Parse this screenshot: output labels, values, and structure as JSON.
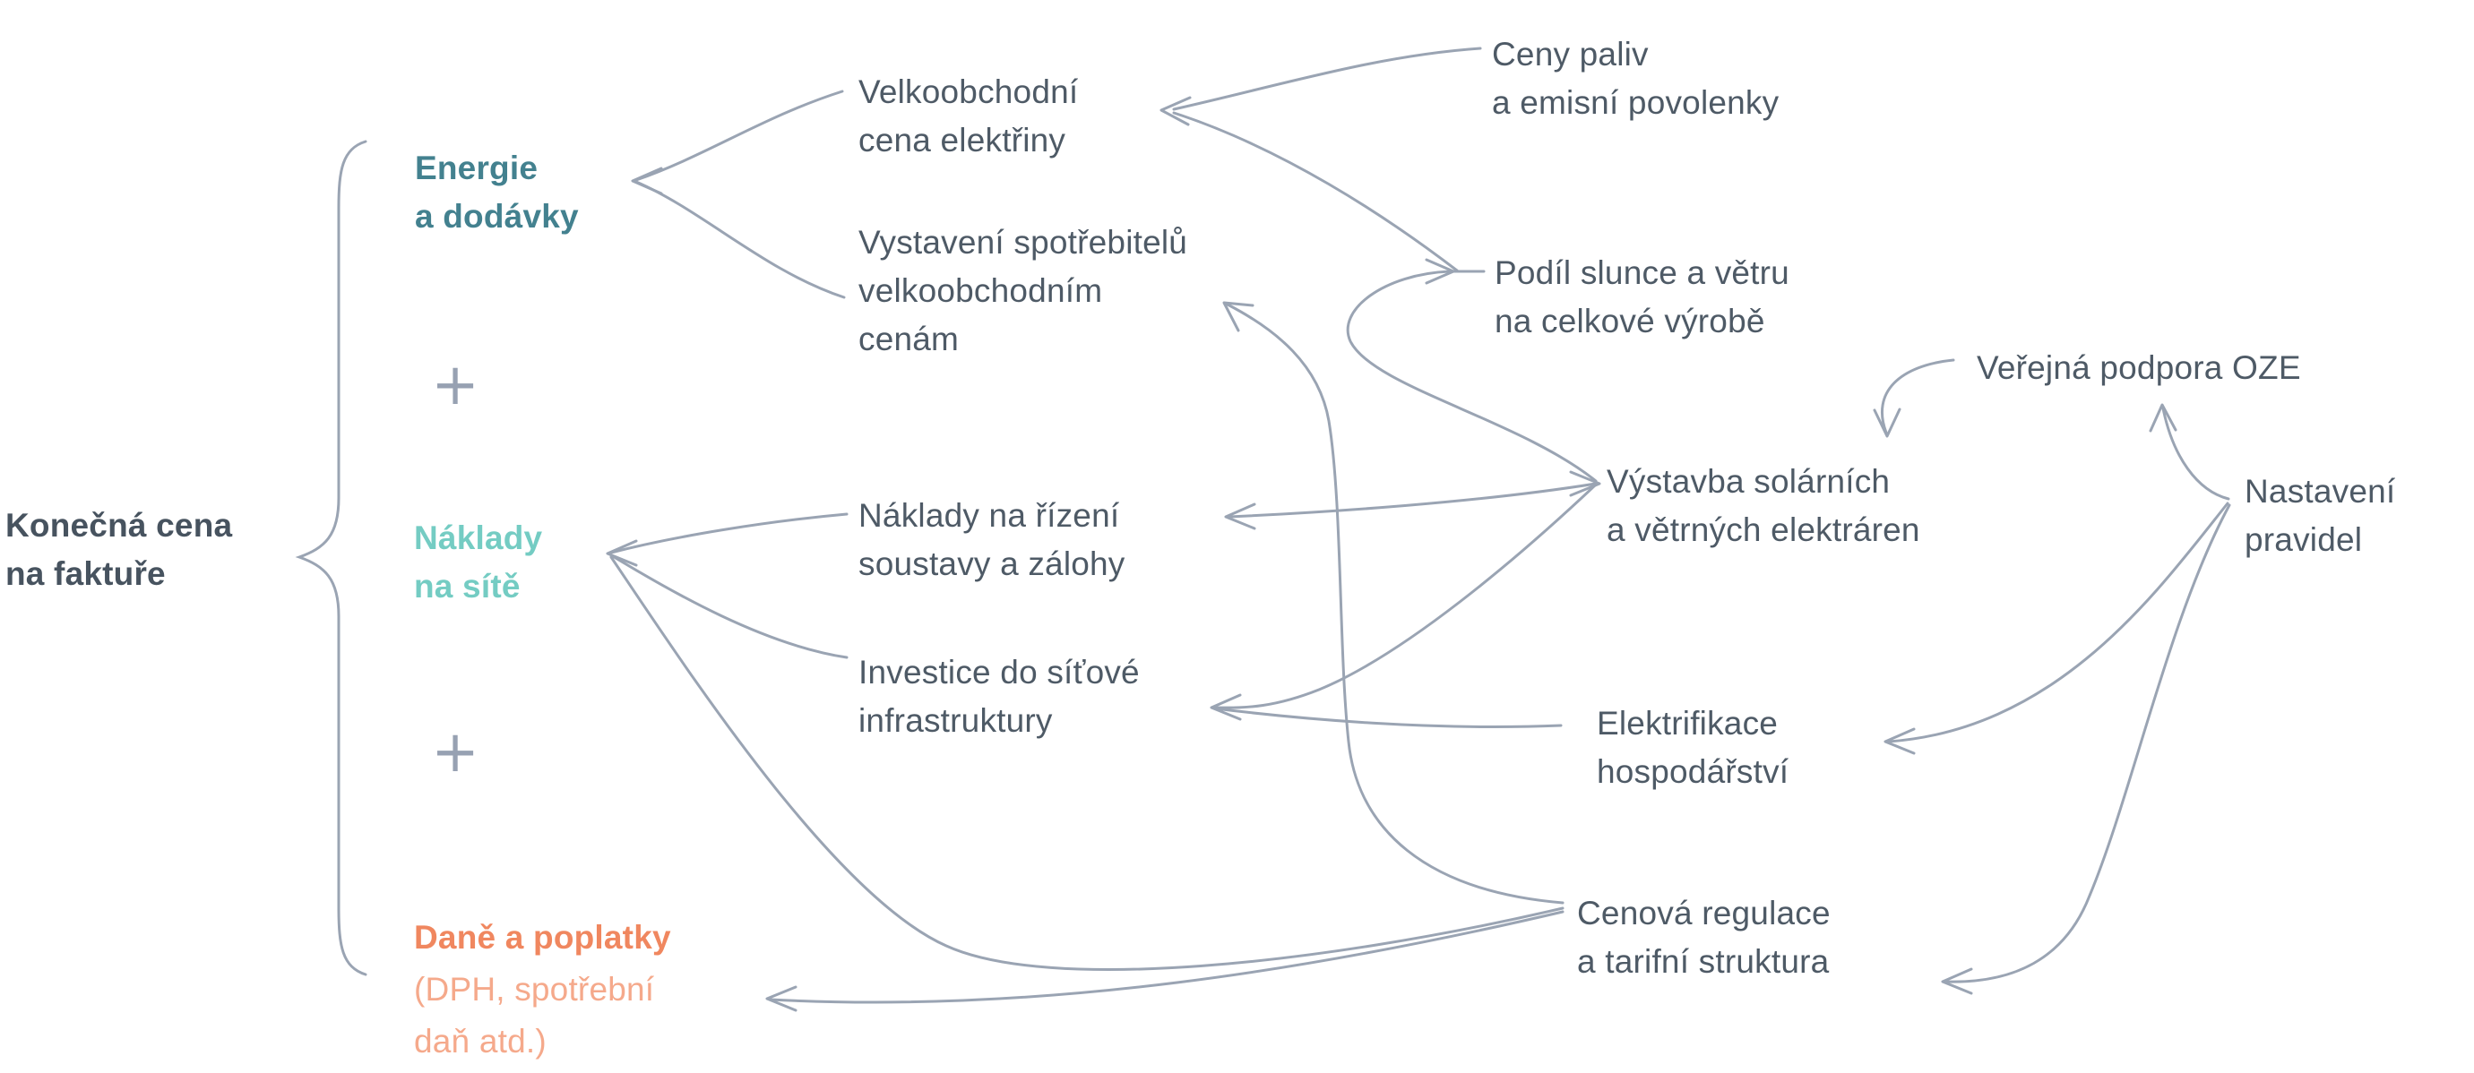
{
  "diagram": {
    "title_root": {
      "lines": [
        "Konečná cena",
        "na faktuře"
      ]
    },
    "operators": {
      "plus": "+"
    },
    "colors": {
      "text_dark": "#47535f",
      "text_regular": "#4e5a66",
      "accent_teal": "#43818f",
      "accent_mint": "#74ccc3",
      "accent_orange": "#f0875f",
      "accent_orange_light": "#f5a98b",
      "line_gray": "#9aa4b3"
    },
    "icons": {
      "brace": "curly-brace-left-group",
      "arrow": "curved-arrow"
    },
    "nodes": {
      "konecna": {
        "lines": [
          "Konečná cena",
          "na faktuře"
        ]
      },
      "energie": {
        "lines": [
          "Energie",
          "a dodávky"
        ]
      },
      "naklady_site": {
        "lines": [
          "Náklady",
          "na sítě"
        ]
      },
      "dane": {
        "lines": [
          "Daně a poplatky",
          "(DPH, spotřební",
          "daň atd.)"
        ]
      },
      "velkoobchodni": {
        "lines": [
          "Velkoobchodní",
          "cena elektřiny"
        ]
      },
      "vystaveni": {
        "lines": [
          "Vystavení spotřebitelů",
          "velkoobchodním",
          "cenám"
        ]
      },
      "nakl_rizeni": {
        "lines": [
          "Náklady na řízení",
          "soustavy a zálohy"
        ]
      },
      "investice": {
        "lines": [
          "Investice do síťové",
          "infrastruktury"
        ]
      },
      "ceny_paliv": {
        "lines": [
          "Ceny paliv",
          "a emisní povolenky"
        ]
      },
      "podil": {
        "lines": [
          "Podíl slunce a větru",
          "na celkové výrobě"
        ]
      },
      "vystavba": {
        "lines": [
          "Výstavba solárních",
          "a větrných elektráren"
        ]
      },
      "elektrifikace": {
        "lines": [
          "Elektrifikace",
          "hospodářství"
        ]
      },
      "cenova": {
        "lines": [
          "Cenová regulace",
          "a tarifní struktura"
        ]
      },
      "verejna": {
        "lines": [
          "Veřejná podpora OZE"
        ]
      },
      "nastaveni": {
        "lines": [
          "Nastavení",
          "pravidel"
        ]
      }
    },
    "brace_members": [
      "energie",
      "naklady_site",
      "dane"
    ],
    "edges": [
      {
        "from": "ceny_paliv",
        "to": "velkoobchodni"
      },
      {
        "from": "podil",
        "to": "velkoobchodni"
      },
      {
        "from": "velkoobchodni",
        "to": "energie"
      },
      {
        "from": "vystaveni",
        "to": "energie"
      },
      {
        "from": "vystavba",
        "to": "podil"
      },
      {
        "from": "vystavba",
        "to": "nakl_rizeni"
      },
      {
        "from": "vystavba",
        "to": "investice"
      },
      {
        "from": "elektrifikace",
        "to": "investice"
      },
      {
        "from": "verejna",
        "to": "vystavba"
      },
      {
        "from": "nastaveni",
        "to": "verejna"
      },
      {
        "from": "nastaveni",
        "to": "elektrifikace"
      },
      {
        "from": "nastaveni",
        "to": "cenova"
      },
      {
        "from": "cenova",
        "to": "vystaveni"
      },
      {
        "from": "nakl_rizeni",
        "to": "naklady_site"
      },
      {
        "from": "investice",
        "to": "naklady_site"
      },
      {
        "from": "cenova",
        "to": "naklady_site"
      },
      {
        "from": "cenova",
        "to": "dane"
      },
      {
        "from": "energie",
        "to": "konecna"
      },
      {
        "from": "naklady_site",
        "to": "konecna"
      },
      {
        "from": "dane",
        "to": "konecna"
      }
    ]
  }
}
